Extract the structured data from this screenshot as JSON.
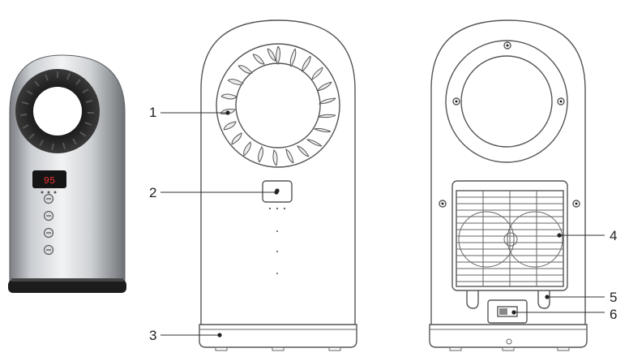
{
  "figure": {
    "photo_display_text": "95",
    "callouts": [
      {
        "id": "1",
        "label": "1"
      },
      {
        "id": "2",
        "label": "2"
      },
      {
        "id": "3",
        "label": "3"
      },
      {
        "id": "4",
        "label": "4"
      },
      {
        "id": "5",
        "label": "5"
      },
      {
        "id": "6",
        "label": "6"
      }
    ]
  }
}
